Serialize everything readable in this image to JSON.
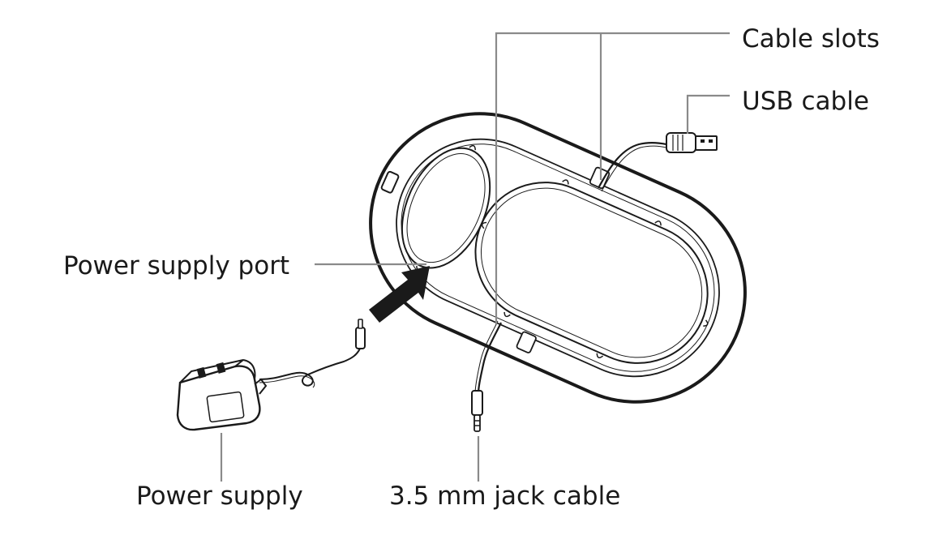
{
  "labels": {
    "cable_slots": "Cable slots",
    "usb_cable": "USB cable",
    "power_supply_port": "Power supply port",
    "power_supply": "Power supply",
    "jack_cable": "3.5 mm jack cable"
  },
  "colors": {
    "ink": "#1a1a1a",
    "leader": "#8a8a8a",
    "background": "#ffffff"
  }
}
